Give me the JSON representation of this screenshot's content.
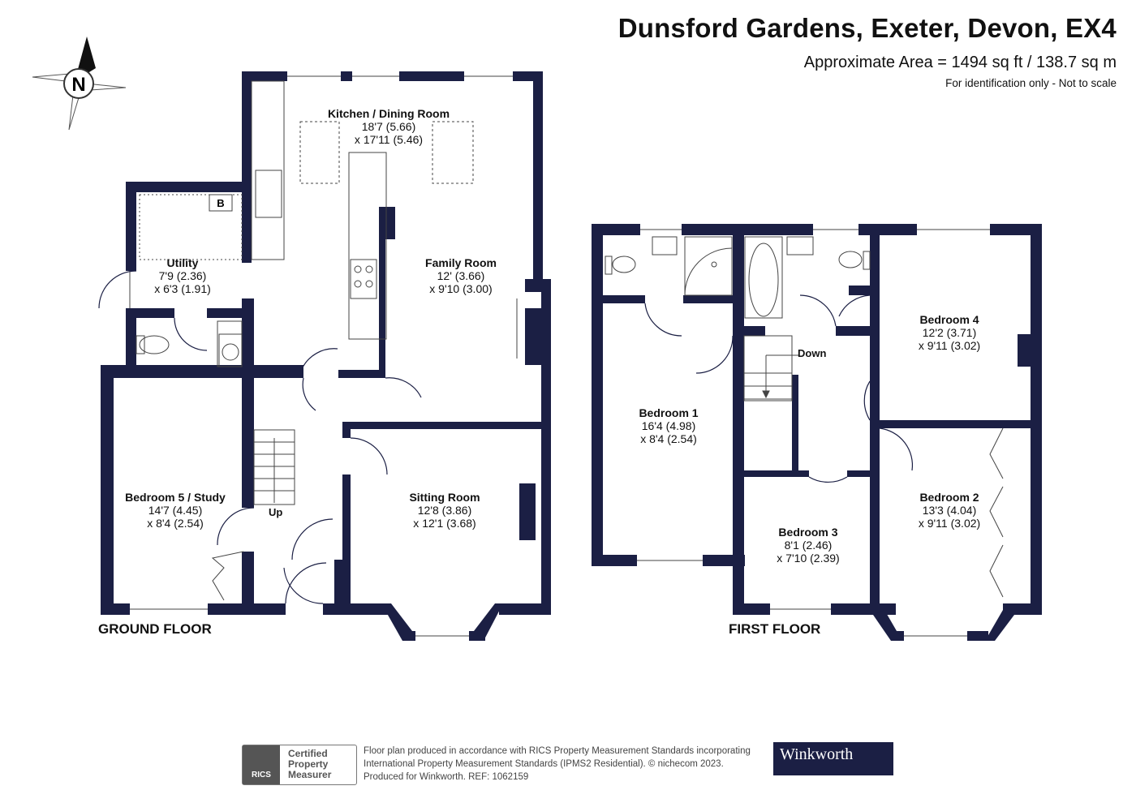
{
  "header": {
    "title": "Dunsford Gardens, Exeter, Devon, EX4",
    "area": "Approximate Area = 1494 sq ft / 138.7 sq m",
    "note": "For identification only - Not to scale"
  },
  "compass": {
    "label": "N"
  },
  "floors": {
    "ground": "GROUND FLOOR",
    "first": "FIRST FLOOR"
  },
  "rooms": {
    "kitchen": {
      "name": "Kitchen / Dining Room",
      "d1": "18'7 (5.66)",
      "d2": "x 17'11 (5.46)"
    },
    "family": {
      "name": "Family Room",
      "d1": "12' (3.66)",
      "d2": "x 9'10 (3.00)"
    },
    "utility": {
      "name": "Utility",
      "d1": "7'9 (2.36)",
      "d2": "x 6'3 (1.91)"
    },
    "bed5": {
      "name": "Bedroom 5 / Study",
      "d1": "14'7 (4.45)",
      "d2": "x 8'4 (2.54)"
    },
    "sitting": {
      "name": "Sitting Room",
      "d1": "12'8 (3.86)",
      "d2": "x 12'1 (3.68)"
    },
    "bed1": {
      "name": "Bedroom 1",
      "d1": "16'4 (4.98)",
      "d2": "x 8'4 (2.54)"
    },
    "bed4": {
      "name": "Bedroom 4",
      "d1": "12'2 (3.71)",
      "d2": "x 9'11 (3.02)"
    },
    "bed3": {
      "name": "Bedroom 3",
      "d1": "8'1 (2.46)",
      "d2": "x 7'10 (2.39)"
    },
    "bed2": {
      "name": "Bedroom 2",
      "d1": "13'3 (4.04)",
      "d2": "x 9'11 (3.02)"
    }
  },
  "labels": {
    "up": "Up",
    "down": "Down",
    "boiler": "B"
  },
  "footer": {
    "line1": "Floor plan produced in accordance with RICS Property Measurement Standards incorporating",
    "line2": "International Property Measurement Standards (IPMS2 Residential).  © nichecom 2023.",
    "line3": "Produced for Winkworth.   REF: 1062159",
    "rics_line1": "Certified",
    "rics_line2": "Property",
    "rics_line3": "Measurer",
    "rics_badge": "RICS",
    "brand": "Winkworth"
  }
}
